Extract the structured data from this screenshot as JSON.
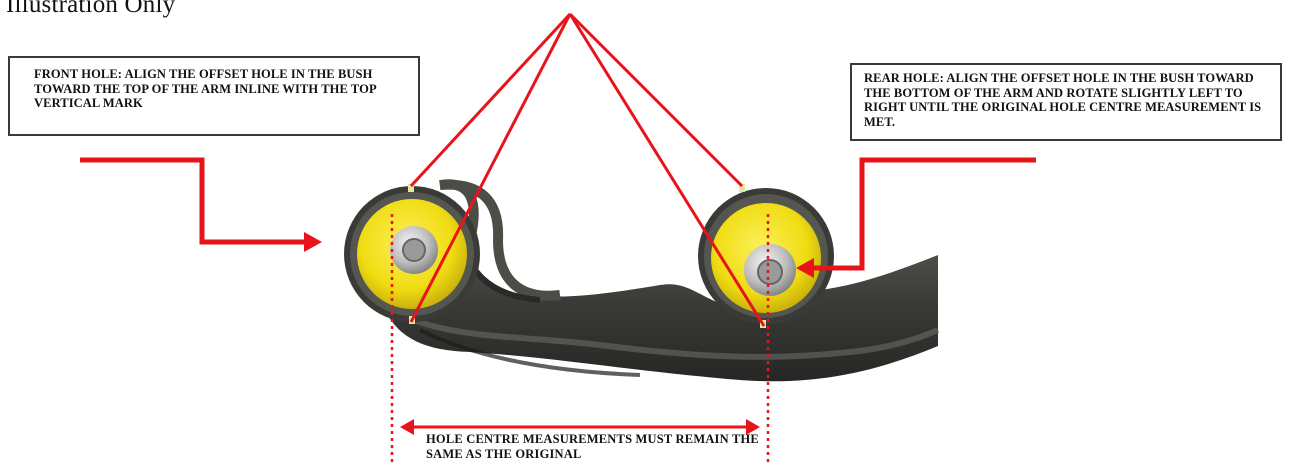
{
  "title": "Illustration Only",
  "notes": {
    "front_hole": "FRONT HOLE: ALIGN THE OFFSET HOLE IN THE BUSH TOWARD THE TOP OF THE ARM INLINE WITH THE TOP VERTICAL MARK",
    "rear_hole": "REAR HOLE: ALIGN THE OFFSET HOLE IN THE BUSH TOWARD THE BOTTOM OF THE ARM AND ROTATE SLIGHTLY LEFT TO RIGHT UNTIL THE ORIGINAL HOLE CENTRE MEASUREMENT IS MET.",
    "measurement": "HOLE CENTRE MEASUREMENTS MUST REMAIN THE SAME AS THE ORIGINAL"
  },
  "colors": {
    "annotation_red": "#e8141c",
    "bush_yellow": "#f2e21a",
    "arm_dark": "#2e2e2c",
    "arm_mid": "#4a4a46",
    "sleeve_steel": "#c9c9c9"
  }
}
